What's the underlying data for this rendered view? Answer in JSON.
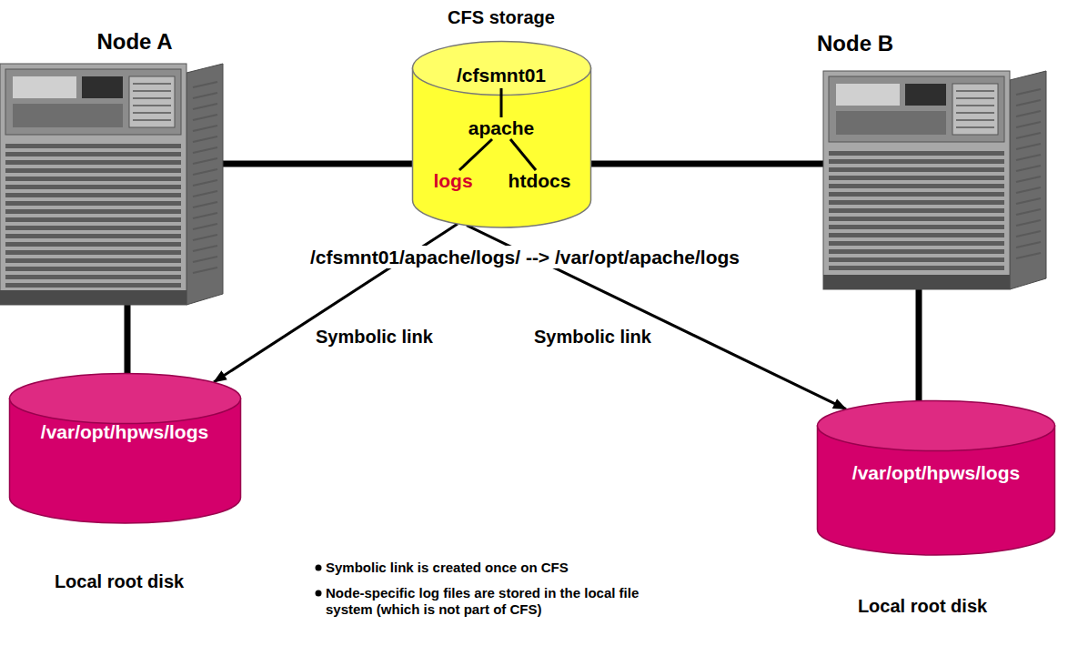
{
  "diagram": {
    "nodes": [
      {
        "text": [
          "Node A"
        ]
      },
      {
        "text": [
          "CFS storage",
          "/cfsmnt01",
          "apache",
          "logs",
          "htdocs"
        ]
      },
      {
        "text": [
          "Node B"
        ]
      },
      {
        "text": [
          "/var/opt/hpws/logs",
          "Local root disk"
        ]
      },
      {
        "text": [
          "/var/opt/hpws/logs",
          "Local root disk"
        ]
      }
    ],
    "edges": [
      {
        "from": 0,
        "to": 1,
        "arrow": "none"
      },
      {
        "from": 1,
        "to": 2,
        "arrow": "none"
      },
      {
        "from": 0,
        "to": 3,
        "arrow": "none"
      },
      {
        "from": 2,
        "to": 4,
        "arrow": "none"
      },
      {
        "from": 1,
        "to": 3,
        "label": "Symbolic link",
        "arrow": "to"
      },
      {
        "from": 1,
        "to": 4,
        "label": "Symbolic link",
        "arrow": "to"
      }
    ],
    "labels": [
      "/cfsmnt01/apache/logs/ --> /var/opt/apache/logs",
      "Symbolic link is created once on CFS",
      "Node-specific log files are stored in the local file system (which is not part of CFS)"
    ]
  }
}
